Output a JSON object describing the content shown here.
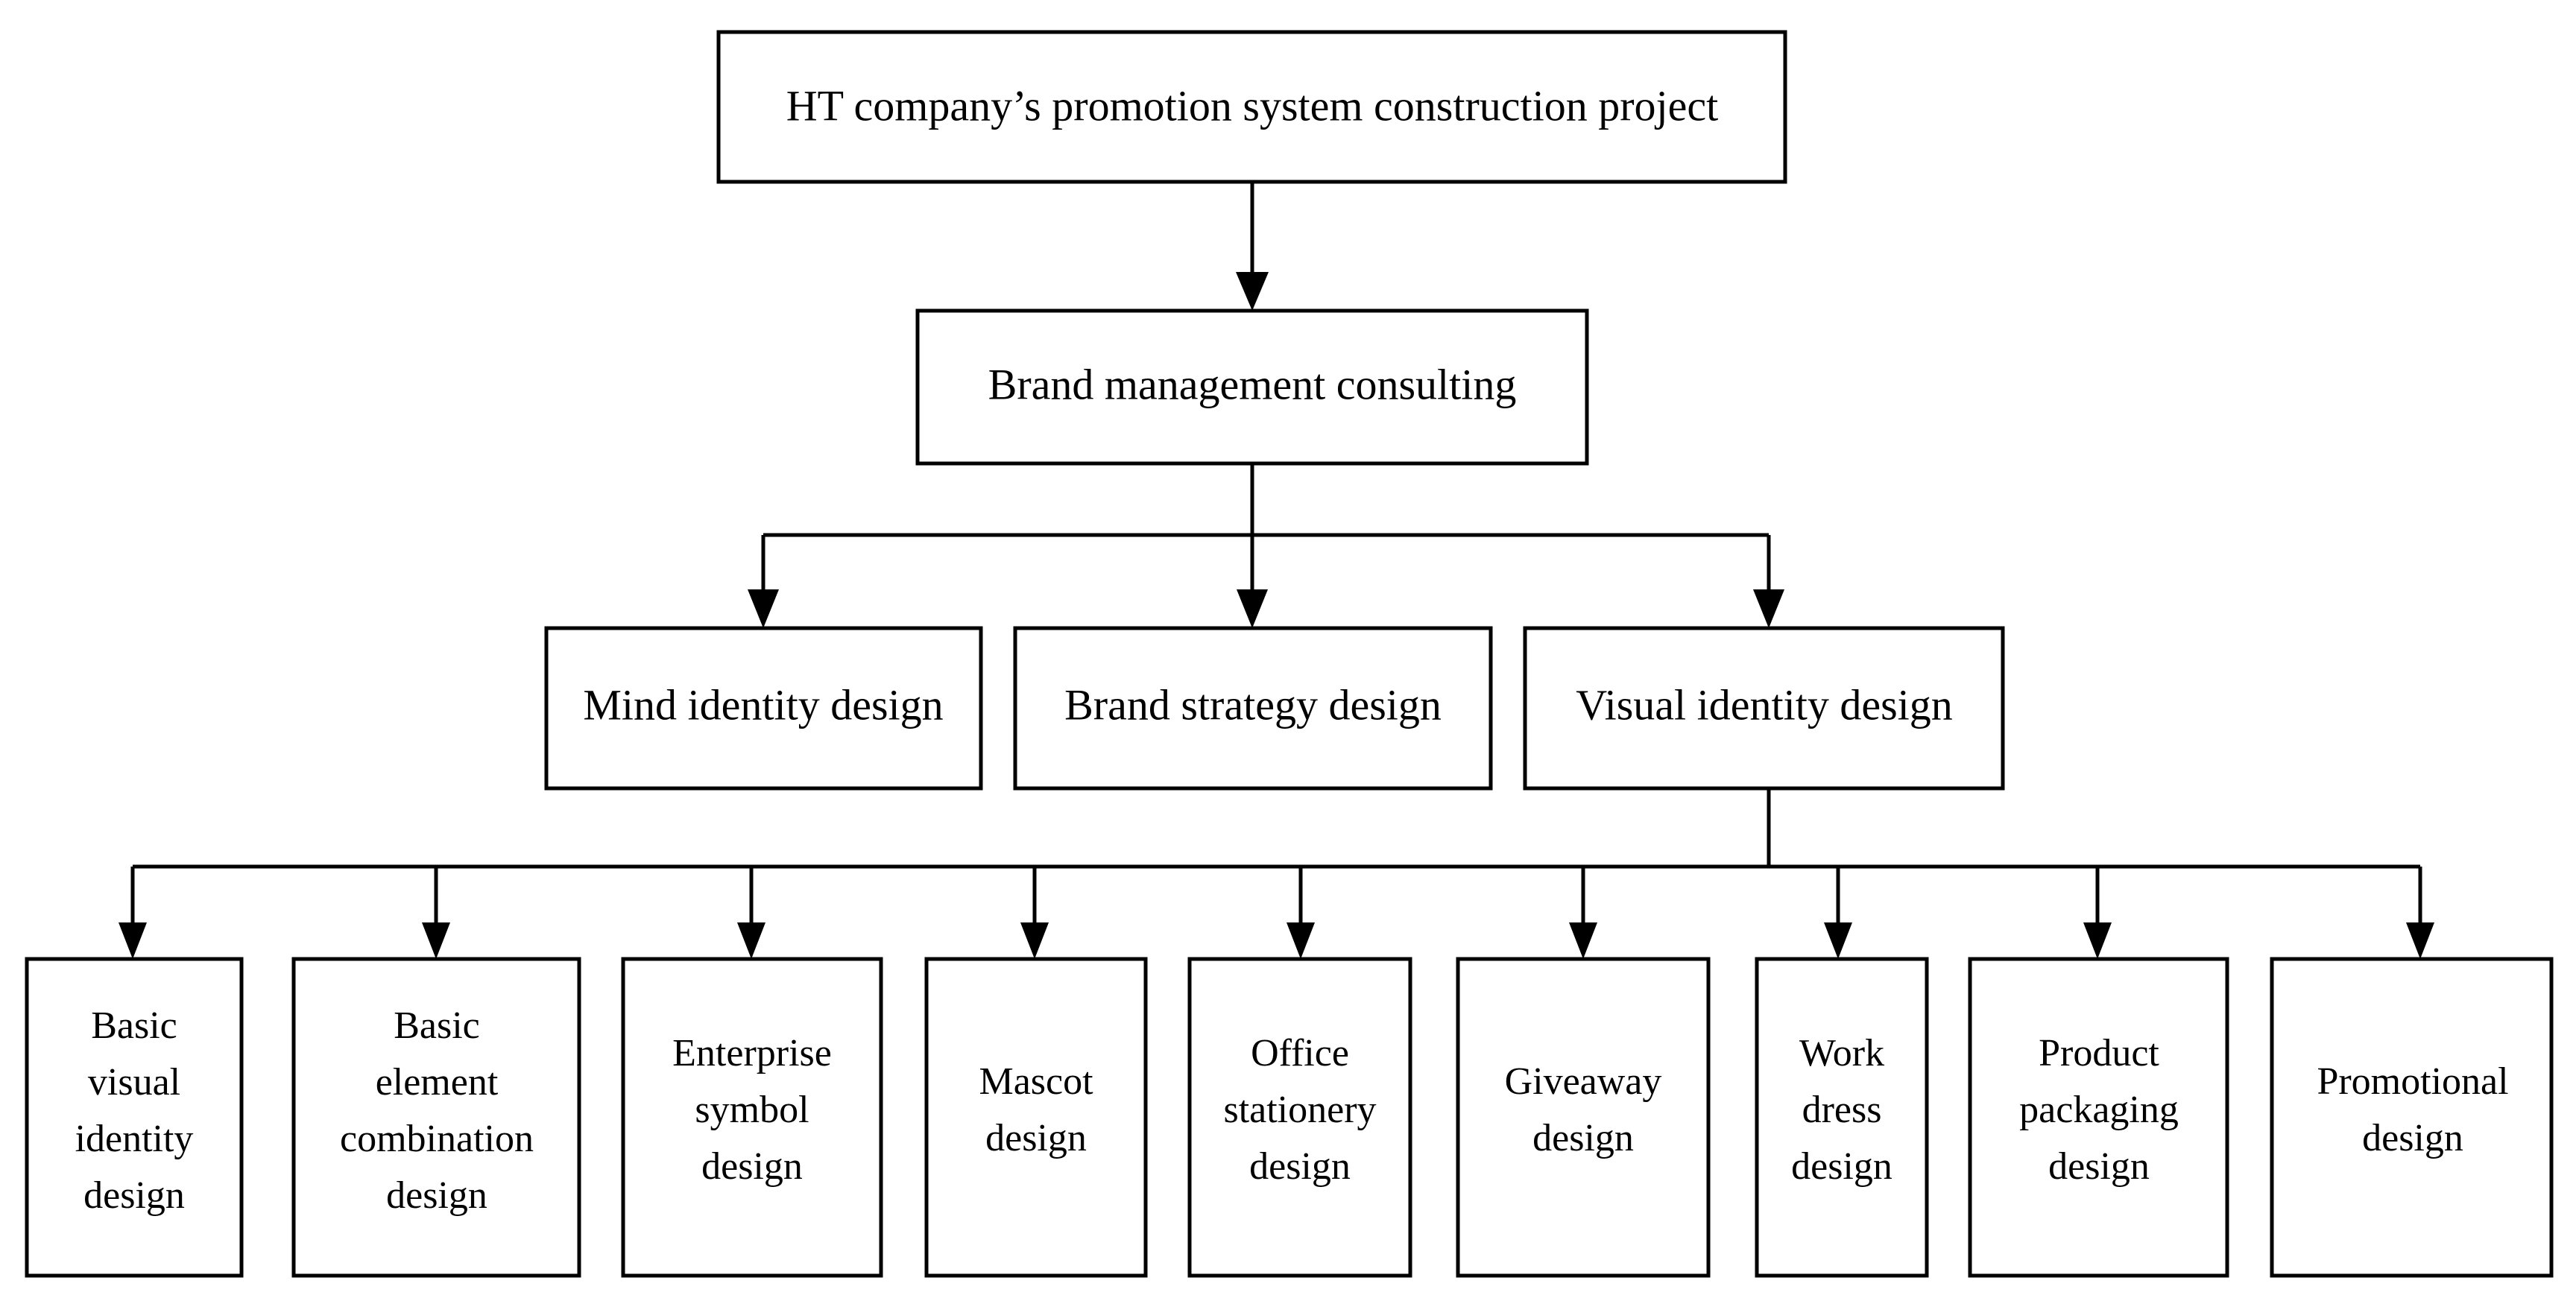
{
  "diagram": {
    "type": "organizational-hierarchy-tree",
    "title_node": "HT company’s promotion system construction project",
    "colors": {
      "background": "#ffffff",
      "box_fill": "#ffffff",
      "stroke": "#000000",
      "text": "#000000"
    },
    "levels": [
      {
        "level": 1,
        "nodes": [
          {
            "id": "root",
            "label": "HT company’s promotion system construction project",
            "lines": [
              "HT company’s promotion system construction project"
            ]
          }
        ]
      },
      {
        "level": 2,
        "nodes": [
          {
            "id": "bmc",
            "label": "Brand management consulting",
            "lines": [
              "Brand management consulting"
            ]
          }
        ]
      },
      {
        "level": 3,
        "nodes": [
          {
            "id": "mid",
            "label": "Mind identity design",
            "lines": [
              "Mind identity design"
            ]
          },
          {
            "id": "bsd",
            "label": "Brand strategy design",
            "lines": [
              "Brand strategy design"
            ]
          },
          {
            "id": "vid",
            "label": "Visual identity design",
            "lines": [
              "Visual identity design"
            ]
          }
        ]
      },
      {
        "level": 4,
        "nodes": [
          {
            "id": "bvid",
            "label": "Basic visual identity design",
            "lines": [
              "Basic",
              "visual",
              "identity",
              "design"
            ]
          },
          {
            "id": "becd",
            "label": "Basic element combination design",
            "lines": [
              "Basic",
              "element",
              "combination",
              "design"
            ]
          },
          {
            "id": "esd",
            "label": "Enterprise symbol design",
            "lines": [
              "Enterprise",
              "symbol",
              "design"
            ]
          },
          {
            "id": "md",
            "label": "Mascot design",
            "lines": [
              "Mascot",
              "design"
            ]
          },
          {
            "id": "osd",
            "label": "Office stationery design",
            "lines": [
              "Office",
              "stationery",
              "design"
            ]
          },
          {
            "id": "gd",
            "label": "Giveaway design",
            "lines": [
              "Giveaway",
              "design"
            ]
          },
          {
            "id": "wdd",
            "label": "Work dress design",
            "lines": [
              "Work",
              "dress",
              "design"
            ]
          },
          {
            "id": "ppd",
            "label": "Product packaging design",
            "lines": [
              "Product",
              "packaging",
              "design"
            ]
          },
          {
            "id": "pd",
            "label": "Promotional design",
            "lines": [
              "Promotional",
              "design"
            ]
          }
        ]
      }
    ],
    "edges": [
      {
        "from": "root",
        "to": "bmc",
        "style": "straight-arrow"
      },
      {
        "from": "bmc",
        "to": "mid",
        "style": "bus-arrow"
      },
      {
        "from": "bmc",
        "to": "bsd",
        "style": "bus-arrow"
      },
      {
        "from": "bmc",
        "to": "vid",
        "style": "bus-arrow"
      },
      {
        "from": "vid",
        "to": "bvid",
        "style": "bus-arrow"
      },
      {
        "from": "vid",
        "to": "becd",
        "style": "bus-arrow"
      },
      {
        "from": "vid",
        "to": "esd",
        "style": "bus-arrow"
      },
      {
        "from": "vid",
        "to": "md",
        "style": "bus-arrow"
      },
      {
        "from": "vid",
        "to": "osd",
        "style": "bus-arrow"
      },
      {
        "from": "vid",
        "to": "gd",
        "style": "bus-arrow"
      },
      {
        "from": "vid",
        "to": "wdd",
        "style": "bus-arrow"
      },
      {
        "from": "vid",
        "to": "ppd",
        "style": "bus-arrow"
      },
      {
        "from": "vid",
        "to": "pd",
        "style": "bus-arrow"
      }
    ]
  }
}
